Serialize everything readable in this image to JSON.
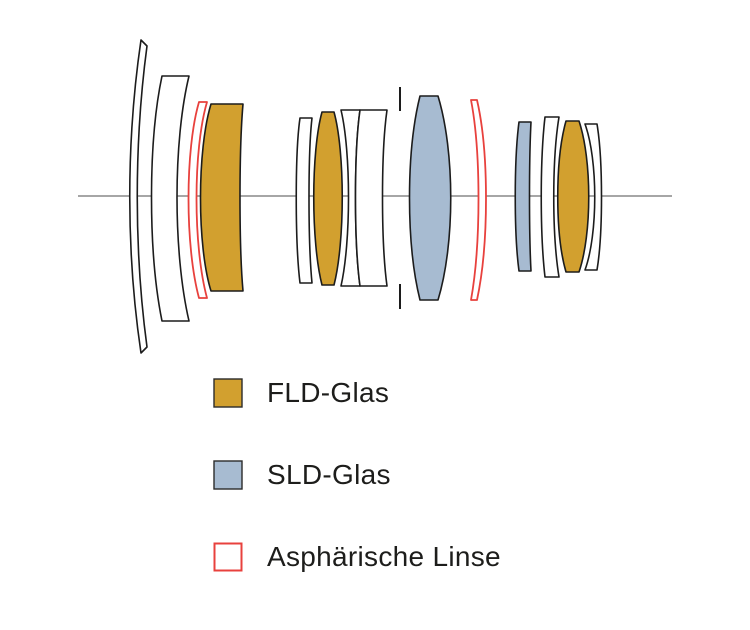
{
  "colors": {
    "fld": "#D2A02F",
    "sld": "#A7BBD1",
    "aspherical": "#E8413D"
  },
  "legend": {
    "items": [
      {
        "label": "FLD-Glas",
        "swatch": "fld-glass"
      },
      {
        "label": "SLD-Glas",
        "swatch": "sld-glass"
      },
      {
        "label": "Asphärische Linse",
        "swatch": "aspherical-lens-outline"
      }
    ]
  },
  "diagram": {
    "type": "lens-construction-cross-section",
    "elements_order": [
      "standard",
      "standard",
      "aspherical",
      "fld",
      "standard",
      "fld",
      "standard",
      "standard",
      "aperture-stop",
      "sld",
      "aspherical",
      "sld",
      "standard",
      "fld",
      "standard"
    ]
  }
}
